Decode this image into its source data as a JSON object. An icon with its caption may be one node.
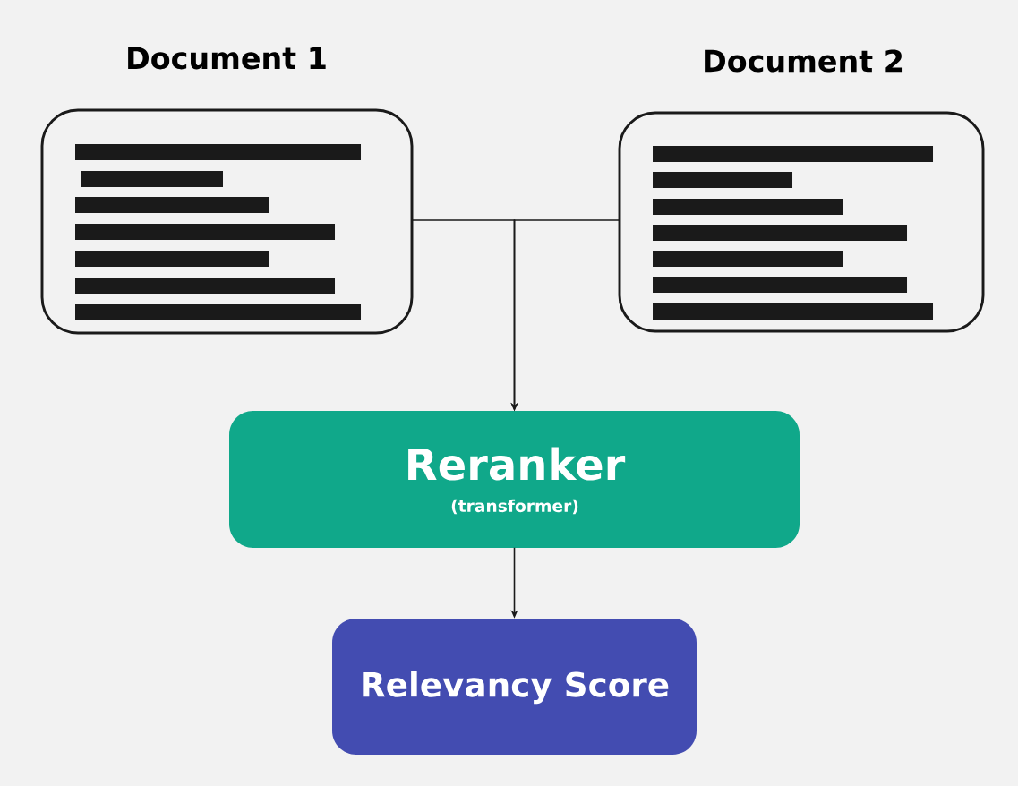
{
  "diagram": {
    "nodes": [
      {
        "text": [
          "Document 1"
        ]
      },
      {
        "text": [
          "Document 2"
        ]
      },
      {
        "text": [
          "Reranker",
          "(transformer)"
        ]
      },
      {
        "text": [
          "Relevancy Score"
        ]
      }
    ],
    "edges": [
      {
        "from": 0,
        "to": 2,
        "arrow": "to"
      },
      {
        "from": 1,
        "to": 2,
        "arrow": "to"
      },
      {
        "from": 2,
        "to": 3,
        "arrow": "to"
      }
    ]
  }
}
